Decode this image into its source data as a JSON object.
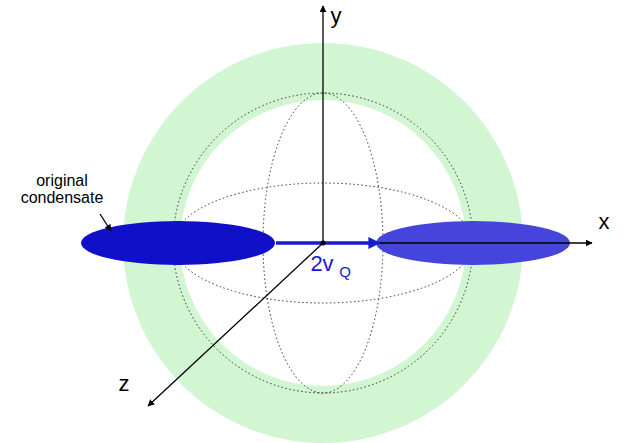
{
  "diagram": {
    "labels": [
      "y",
      "x",
      "z",
      "original condensate",
      "2v",
      "Q"
    ]
  }
}
